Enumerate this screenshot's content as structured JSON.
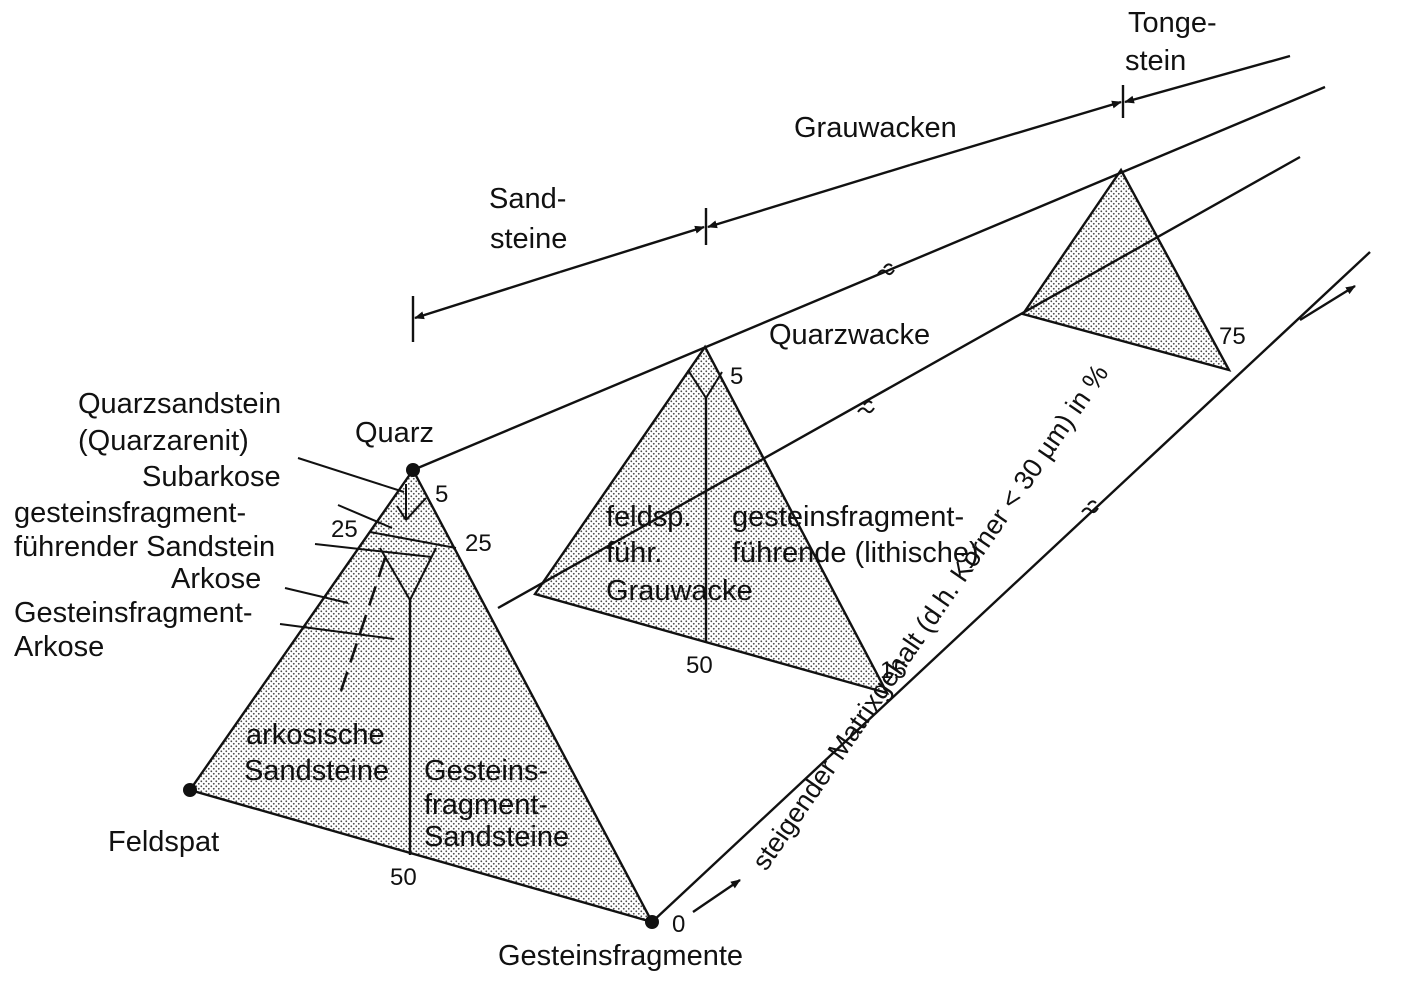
{
  "labels": {
    "tongestein_1": "Tonge-",
    "tongestein_2": "stein",
    "grauwacken": "Grauwacken",
    "sandsteine_1": "Sand-",
    "sandsteine_2": "steine",
    "quarzwacke": "Quarzwacke",
    "quarzsandstein_1": "Quarzsandstein",
    "quarzsandstein_2": "(Quarzarenit)",
    "quarz": "Quarz",
    "subarkose": "Subarkose",
    "gesteinsfragment_fuehrend_1": "gesteinsfragment-",
    "gesteinsfragment_fuehrend_2": "führender Sandstein",
    "arkose": "Arkose",
    "gesteinsfragment_arkose_1": "Gesteinsfragment-",
    "gesteinsfragment_arkose_2": "Arkose",
    "feldspat": "Feldspat",
    "gesteinsfragmente": "Gesteinsfragmente",
    "arkosische_1": "arkosische",
    "arkosische_2": "Sandsteine",
    "gesteinsfragment_sandsteine_1": "Gesteins-",
    "gesteinsfragment_sandsteine_2": "fragment-",
    "gesteinsfragment_sandsteine_3": "Sandsteine",
    "feldsp_grauwacke_1": "feldsp.",
    "feldsp_grauwacke_2": "führ.",
    "feldsp_grauwacke_3": "Grauwacke",
    "lithische_grauwacke_1": "gesteinsfragment-",
    "lithische_grauwacke_2": "führende (lithische)",
    "axis_label": "steigender Matrixgehalt (d.h. Körner < 30 µm) in %"
  },
  "numbers": {
    "t1_5": "5",
    "t1_25_left": "25",
    "t1_25_right": "25",
    "t1_50": "50",
    "t2_5": "5",
    "t2_50": "50",
    "t2_15": "15",
    "t3_75": "75",
    "axis_0": "0"
  }
}
